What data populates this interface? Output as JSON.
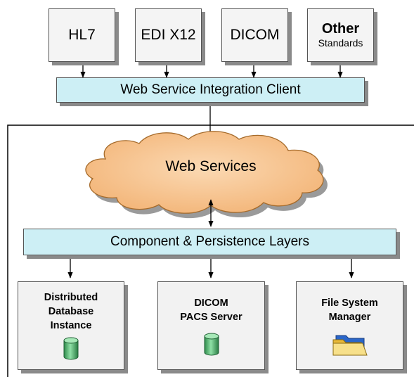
{
  "standards": [
    {
      "lines": [
        "HL7"
      ]
    },
    {
      "lines": [
        "EDI X12"
      ]
    },
    {
      "lines": [
        "DICOM"
      ]
    },
    {
      "lines": [
        "Other",
        "Standards"
      ]
    }
  ],
  "integration_client": {
    "label": "Web Service Integration Client"
  },
  "web_services": {
    "label": "Web Services"
  },
  "component_layer": {
    "label": "Component & Persistence Layers"
  },
  "components": [
    {
      "lines": [
        "Distributed",
        "Database",
        "Instance"
      ],
      "icon": "database-icon"
    },
    {
      "lines": [
        "DICOM",
        "PACS Server"
      ],
      "icon": "database-icon"
    },
    {
      "lines": [
        "File System",
        "Manager"
      ],
      "icon": "folder-icon"
    }
  ],
  "colors": {
    "bar_fill": "#cdeff5",
    "cloud_fill": "#f7c795",
    "box_fill": "#f4f4f4",
    "shadow": "#8a8a8a",
    "database": "#3aa05a"
  }
}
